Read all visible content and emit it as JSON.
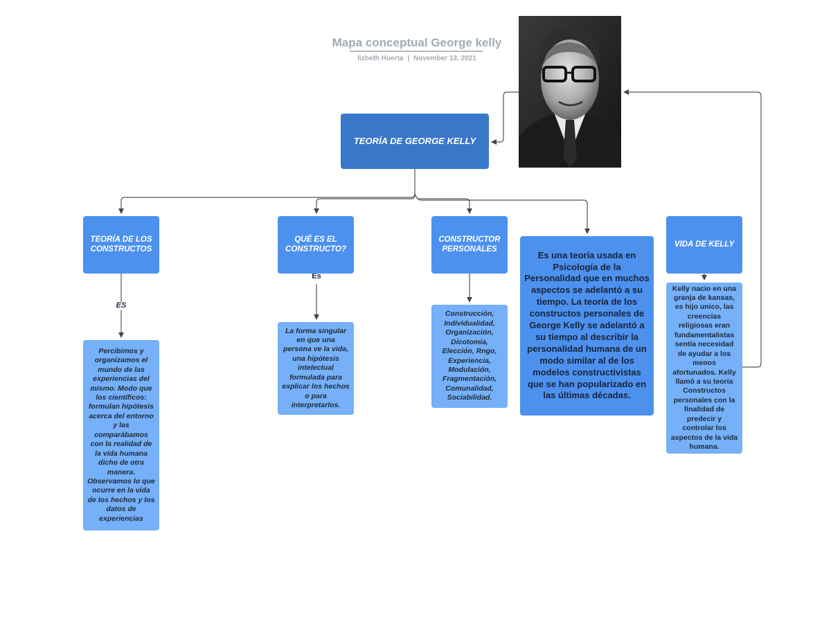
{
  "header": {
    "title": "Mapa conceptual George kelly",
    "author": "lizbeth Huerta",
    "date": "November 13, 2021"
  },
  "nodes": {
    "main": "TEORÍA DE GEORGE KELLY",
    "constructs_theory": "TEORÍA DE LOS CONSTRUCTOS",
    "what_is_construct": "QUÉ ES EL CONSTRUCTO?",
    "personal_constructor": "CONSTRUCTOR PERSONALES",
    "kelly_life": "VIDA DE KELLY",
    "constructs_theory_desc": "Percibimos y organizamos el mundo de las experiencias del mismo. Modo que los científicos: formulan hipótesis acerca del entorno y las comparábamos con la realidad de la vida humana dicho de otra manera. Observamos lo que ocurre en la vida de los hechos y los datos de experiencias",
    "what_is_construct_desc": "La forma singular en que una persona ve la vida, una hipótesis intelectual formulada para explicar los hechos o para interpretarlos.",
    "personal_constructor_desc": "Construcción, Individualidad, Organización, Dicotomía, Elección, Rngo, Experiencia, Modulación, Fragmentación, Comunalidad, Sociabilidad.",
    "theory_summary": "Es una teoría usada en Psicología de la Personalidad que en muchos aspectos se adelantó a su tiempo. La teoría de los constructos personales de George Kelly se adelantó a su tiempo al describir la personalidad humana de un modo similar al de los modelos constructivistas que se han popularizado en las últimas décadas.",
    "kelly_life_desc": "Kelly nacio en una granja de kansas, es hijo unico, las creencias religiosas eran fundamentalistas sentía necesidad de ayudar a los menos afortunados. Kelly llamó a su teoría Constructos personales con la finalidad de predecir y controlar los aspectos de la vida humana."
  },
  "connector_labels": {
    "es_left": "ES",
    "es_middle": "Es"
  },
  "colors": {
    "main_box": "#3977c9",
    "level1_box": "#4d91ee",
    "level2_box": "#75b0f8",
    "connector": "#444444"
  }
}
